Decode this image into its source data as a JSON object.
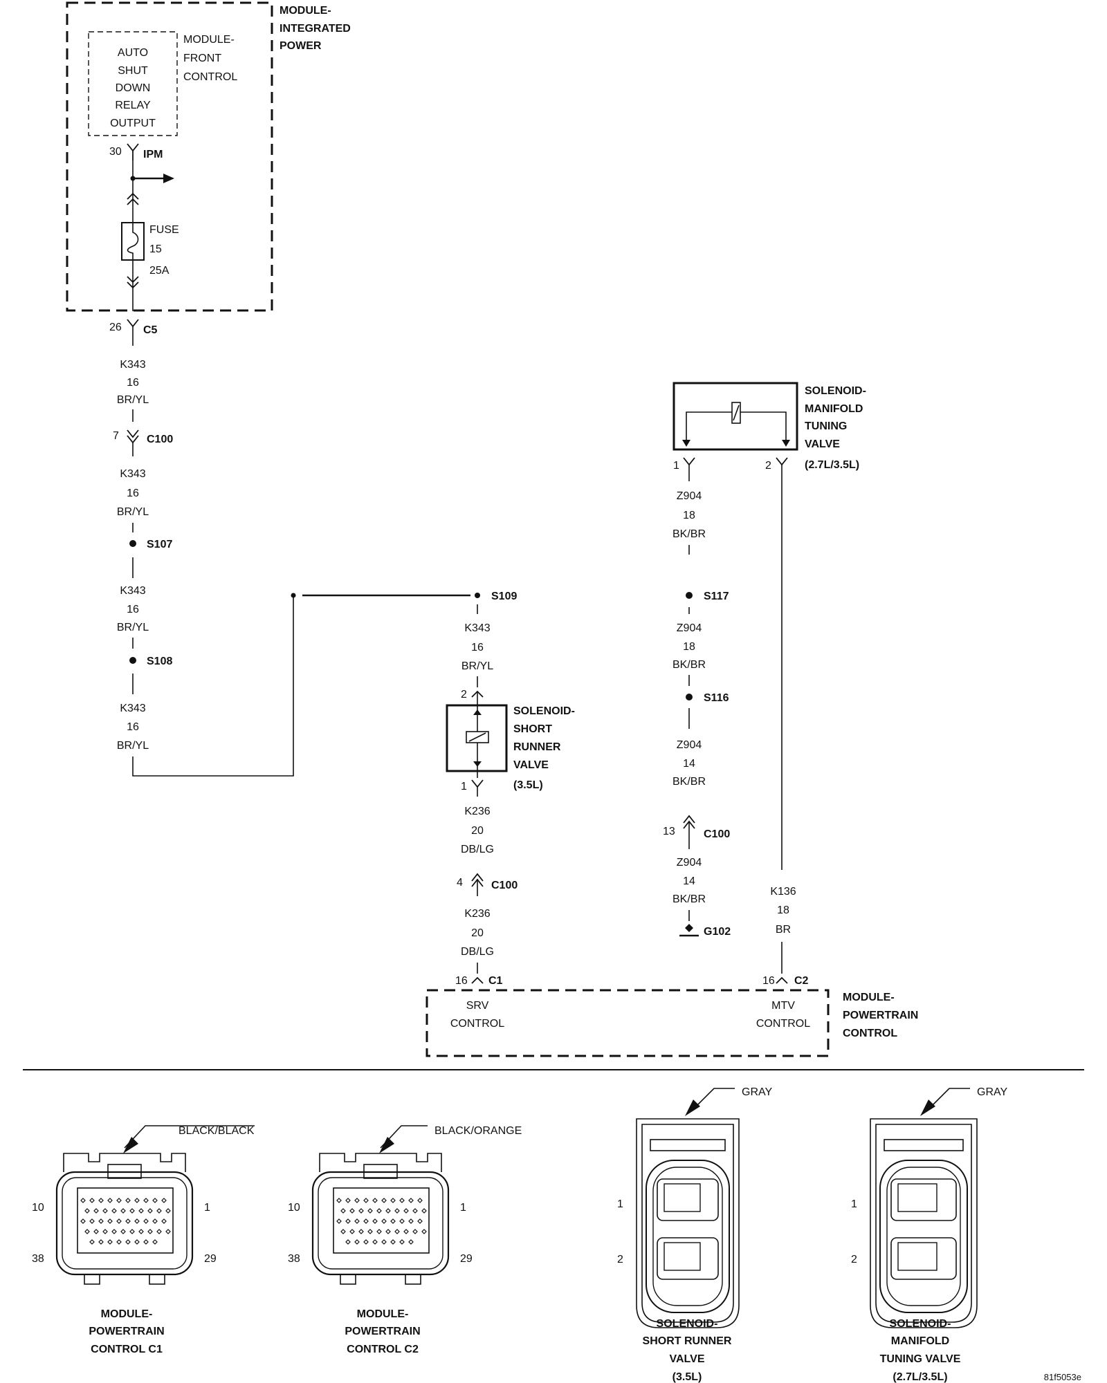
{
  "modules": {
    "ipm": [
      "MODULE-",
      "INTEGRATED",
      "POWER"
    ],
    "fcm": [
      "MODULE-",
      "FRONT",
      "CONTROL"
    ],
    "asd": [
      "AUTO",
      "SHUT",
      "DOWN",
      "RELAY",
      "OUTPUT"
    ],
    "pcm": [
      "MODULE-",
      "POWERTRAIN",
      "CONTROL"
    ]
  },
  "fuse": {
    "label": "FUSE",
    "number": "15",
    "rating": "25A"
  },
  "connectors": {
    "ipm": {
      "pin": "30",
      "name": "IPM"
    },
    "c5": {
      "pin": "26",
      "name": "C5"
    },
    "c100_k343": {
      "pin": "7",
      "name": "C100"
    },
    "c100_k236": {
      "pin": "4",
      "name": "C100"
    },
    "c100_z904": {
      "pin": "13",
      "name": "C100"
    },
    "pcm_c1": {
      "pin": "16",
      "name": "C1"
    },
    "pcm_c2": {
      "pin": "16",
      "name": "C2"
    }
  },
  "splices": {
    "s107": "S107",
    "s108": "S108",
    "s109": "S109",
    "s117": "S117",
    "s116": "S116"
  },
  "ground": "G102",
  "wires": {
    "k343_a": [
      "K343",
      "16",
      "BR/YL"
    ],
    "k343_b": [
      "K343",
      "16",
      "BR/YL"
    ],
    "k343_c": [
      "K343",
      "16",
      "BR/YL"
    ],
    "k343_d": [
      "K343",
      "16",
      "BR/YL"
    ],
    "k343_e": [
      "K343",
      "16",
      "BR/YL"
    ],
    "k236_a": [
      "K236",
      "20",
      "DB/LG"
    ],
    "k236_b": [
      "K236",
      "20",
      "DB/LG"
    ],
    "z904_a": [
      "Z904",
      "18",
      "BK/BR"
    ],
    "z904_b": [
      "Z904",
      "18",
      "BK/BR"
    ],
    "z904_c": [
      "Z904",
      "14",
      "BK/BR"
    ],
    "z904_d": [
      "Z904",
      "14",
      "BK/BR"
    ],
    "k136": [
      "K136",
      "18",
      "BR"
    ]
  },
  "components": {
    "srv": {
      "title": [
        "SOLENOID-",
        "SHORT",
        "RUNNER",
        "VALVE",
        "(3.5L)"
      ],
      "pin_top": "2",
      "pin_bottom": "1"
    },
    "mtv": {
      "title": [
        "SOLENOID-",
        "MANIFOLD",
        "TUNING",
        "VALVE",
        "(2.7L/3.5L)"
      ],
      "pin_1": "1",
      "pin_2": "2"
    }
  },
  "pcm_pins": {
    "srv": [
      "SRV",
      "CONTROL"
    ],
    "mtv": [
      "MTV",
      "CONTROL"
    ]
  },
  "connector_views": [
    {
      "color": "BLACK/BLACK",
      "pins": [
        "10",
        "1",
        "38",
        "29"
      ],
      "caption": [
        "MODULE-",
        "POWERTRAIN",
        "CONTROL C1"
      ]
    },
    {
      "color": "BLACK/ORANGE",
      "pins": [
        "10",
        "1",
        "38",
        "29"
      ],
      "caption": [
        "MODULE-",
        "POWERTRAIN",
        "CONTROL C2"
      ]
    },
    {
      "color": "GRAY",
      "pins": [
        "1",
        "2"
      ],
      "caption": [
        "SOLENOID-",
        "SHORT RUNNER",
        "VALVE",
        "(3.5L)"
      ]
    },
    {
      "color": "GRAY",
      "pins": [
        "1",
        "2"
      ],
      "caption": [
        "SOLENOID-",
        "MANIFOLD",
        "TUNING VALVE",
        "(2.7L/3.5L)"
      ]
    }
  ],
  "figure_id": "81f5053e"
}
